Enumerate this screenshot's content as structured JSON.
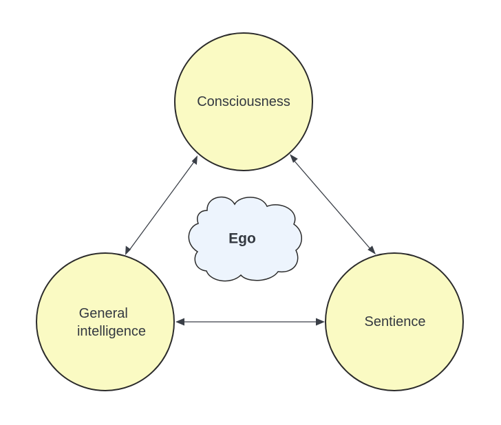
{
  "diagram": {
    "nodes": {
      "consciousness": {
        "label": "Consciousness"
      },
      "general_intelligence": {
        "line1": "General",
        "line2": "intelligence"
      },
      "sentience": {
        "label": "Sentience"
      }
    },
    "center": {
      "label": "Ego"
    },
    "edges": [
      {
        "from": "consciousness",
        "to": "general_intelligence",
        "bidirectional": true
      },
      {
        "from": "consciousness",
        "to": "sentience",
        "bidirectional": true
      },
      {
        "from": "general_intelligence",
        "to": "sentience",
        "bidirectional": true
      }
    ],
    "colors": {
      "node_fill": "#fafac3",
      "cloud_fill": "#edf4fd",
      "stroke": "#2b2b2b",
      "text": "#333840"
    }
  }
}
